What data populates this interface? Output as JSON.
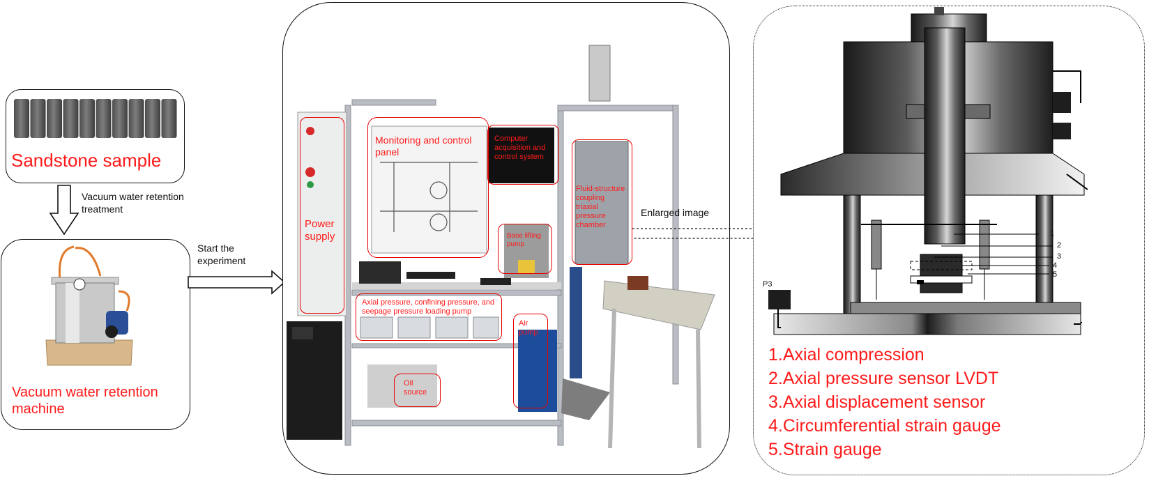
{
  "left_panel": {
    "sample_label": "Sandstone sample",
    "step1_label": "Vacuum water retention treatment",
    "machine_label": "Vacuum water retention machine"
  },
  "center_panel": {
    "start_label": "Start the experiment",
    "components": {
      "monitoring": "Monitoring and control panel",
      "computer": "Computer acquisition and control system",
      "power": "Power supply",
      "fluid_chamber": "Fluid-structure coupling triaxial pressure chamber",
      "base_pump": "Base lifting pump",
      "loading_pump": "Axial pressure, confining pressure, and seepage pressure loading pump",
      "air_pump": "Air pump",
      "oil_source": "Oil source"
    },
    "enlarged_label": "Enlarged image"
  },
  "right_panel": {
    "part_numbers": [
      "1",
      "2",
      "3",
      "4",
      "5"
    ],
    "p3_label": "P3",
    "legend": [
      "1.Axial compression",
      "2.Axial pressure sensor LVDT",
      "3.Axial displacement sensor",
      "4.Circumferential strain gauge",
      "5.Strain gauge"
    ]
  },
  "colors": {
    "label_red": "#ff1a1a",
    "outline": "#111111",
    "frame_gray": "#b8bcc2"
  }
}
